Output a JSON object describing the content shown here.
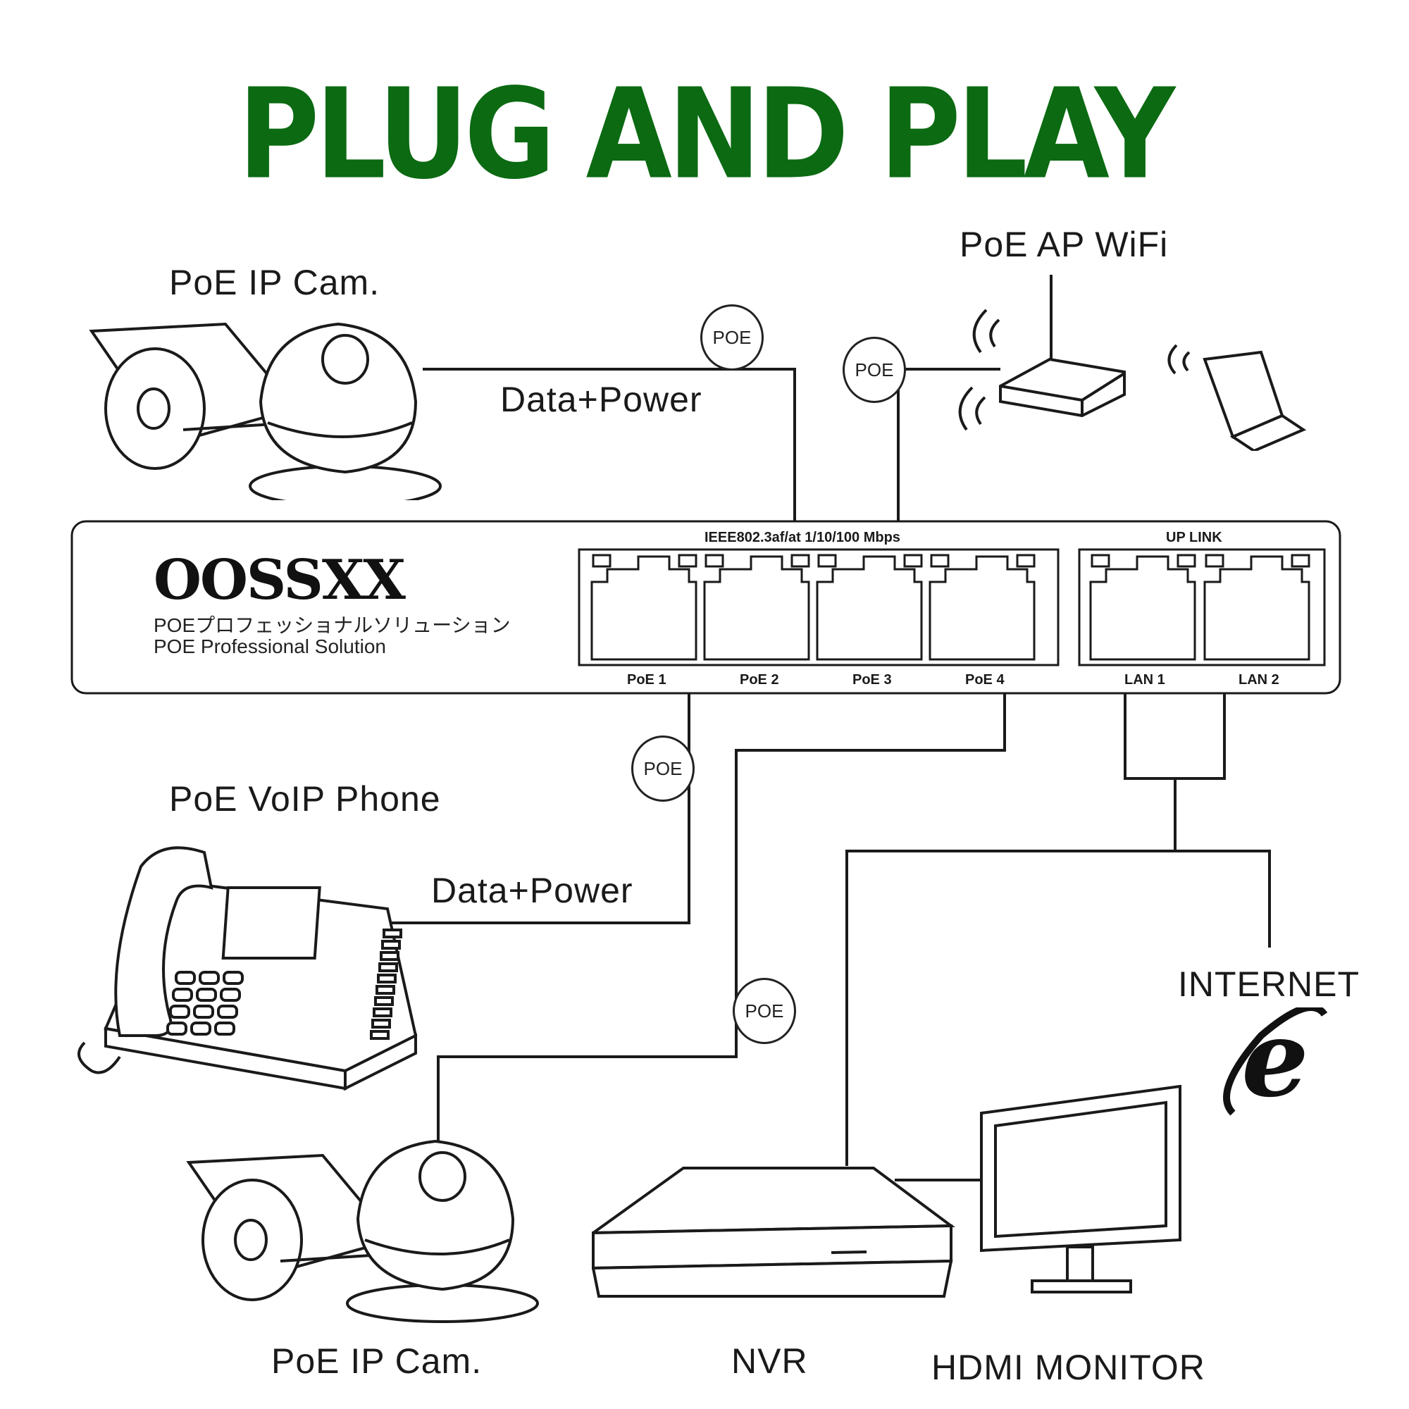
{
  "title": "PLUG AND PLAY",
  "colors": {
    "title": "#0b6a12",
    "line": "#1a1a1a"
  },
  "labels": {
    "cam_top": "PoE IP Cam.",
    "wifi": "PoE AP WiFi",
    "data_power_top": "Data+Power",
    "voip": "PoE VoIP Phone",
    "data_power_mid": "Data+Power",
    "internet": "INTERNET",
    "cam_bottom": "PoE IP Cam.",
    "nvr": "NVR",
    "monitor": "HDMI MONITOR"
  },
  "badge": "POE",
  "switch": {
    "brand": "OOSSXX",
    "tagline_jp": "POEプロフェッショナルソリューション",
    "tagline_en": "POE Professional Solution",
    "poe_group_label": "IEEE802.3af/at 1/10/100 Mbps",
    "uplink_group_label": "UP LINK",
    "ports": [
      "PoE 1",
      "PoE 2",
      "PoE 3",
      "PoE 4"
    ],
    "uplinks": [
      "LAN 1",
      "LAN 2"
    ]
  },
  "icons": [
    "ip-camera-icon",
    "wifi-router-icon",
    "laptop-icon",
    "voip-phone-icon",
    "internet-explorer-icon",
    "nvr-icon",
    "monitor-icon"
  ]
}
